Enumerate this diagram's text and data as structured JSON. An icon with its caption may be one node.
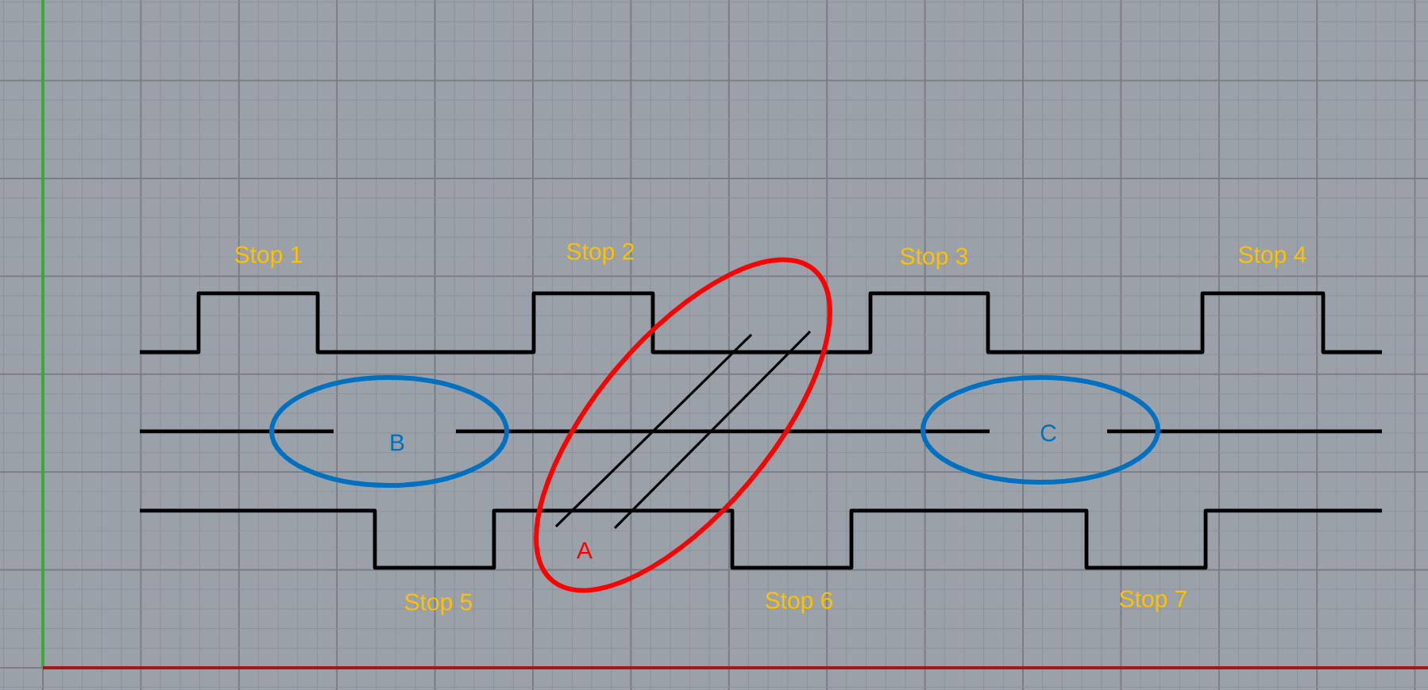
{
  "diagram": {
    "nodes": [
      {
        "text": [
          "A"
        ]
      },
      {
        "text": [
          "B"
        ]
      },
      {
        "text": [
          "C"
        ]
      }
    ],
    "labels": [
      "Stop 1",
      "Stop 2",
      "Stop 3",
      "Stop 4",
      "Stop 5",
      "Stop 6",
      "Stop 7"
    ]
  }
}
